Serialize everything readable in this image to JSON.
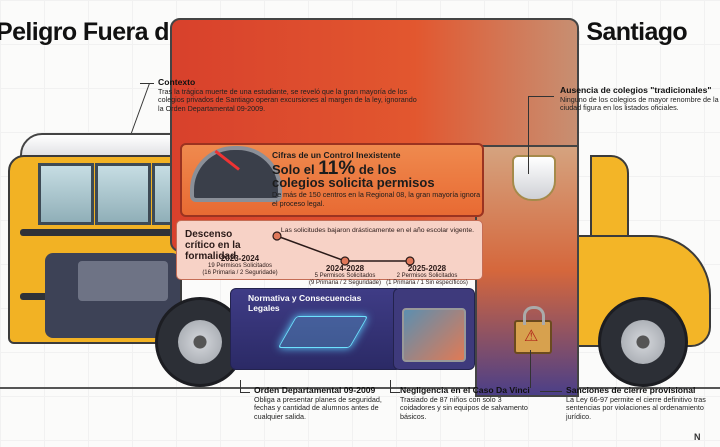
{
  "title": "Peligro Fuera de las Aulas: El Vacío de Permisos en Santiago",
  "callouts": {
    "contexto": {
      "heading": "Contexto",
      "body": "Tras la trágica muerte de una estudiante, se reveló que la gran mayoría de los colegios privados de Santiago operan excursiones al margen de la ley, ignorando la Orden Departamental 09-2009."
    },
    "ausencia": {
      "heading": "Ausencia de colegios \"tradicionales\"",
      "body": "Ninguno de los colegios de mayor renombre de la ciudad figura en los listados oficiales."
    },
    "orden": {
      "heading": "Orden Departamental 09-2009",
      "body": "Obliga a presentar planes de seguridad, fechas y cantidad de alumnos antes de cualquier salida."
    },
    "negligencia": {
      "heading": "Negligencia en el Caso Da Vinci",
      "body": "Trasiado de 87 niños con solo 3 coidadores y sin equipos de salvamento básicos."
    },
    "sanciones": {
      "heading": "Sanciones de cierre provisional",
      "body": "La Ley 66-97 permite el cierre definitivo tras sentencias por violaciones al ordenamiento jurídico."
    }
  },
  "stat": {
    "kicker": "Cifras de un Control Inexistente",
    "head_pre": "Solo el",
    "head_value": "11%",
    "head_post": "de los",
    "head_line2": "colegios solicita permisos",
    "sub": "De más de 150 centros en la Regional 08, la gran mayoría ignora el proceso legal."
  },
  "trend": {
    "title": "Descenso crítico en la formalidad",
    "note": "Las solicitudes bajaron drásticamente en el año escolar vigente.",
    "points": [
      {
        "year": "2023-2024",
        "line1": "19 Permisos Solicitados",
        "line2": "(16 Primaria / 2 Seguridade)"
      },
      {
        "year": "2024-2028",
        "line1": "5 Permisos Solicitados",
        "line2": "(9 Primaria / 2 Seguridade)"
      },
      {
        "year": "2025-2028",
        "line1": "2 Permisos Solicitados",
        "line2": "(1 Primaria / 1 Sin específicos)"
      }
    ]
  },
  "lower": {
    "title": "Normativa y Consecuencias Legales"
  },
  "colors": {
    "bus_yellow": "#f2b224",
    "panel_red": "#e2572f",
    "panel_orange": "#ef8a4e",
    "lower_purple": "#3f3c86",
    "trend_bg": "#f7d2c6"
  },
  "brand": "N"
}
